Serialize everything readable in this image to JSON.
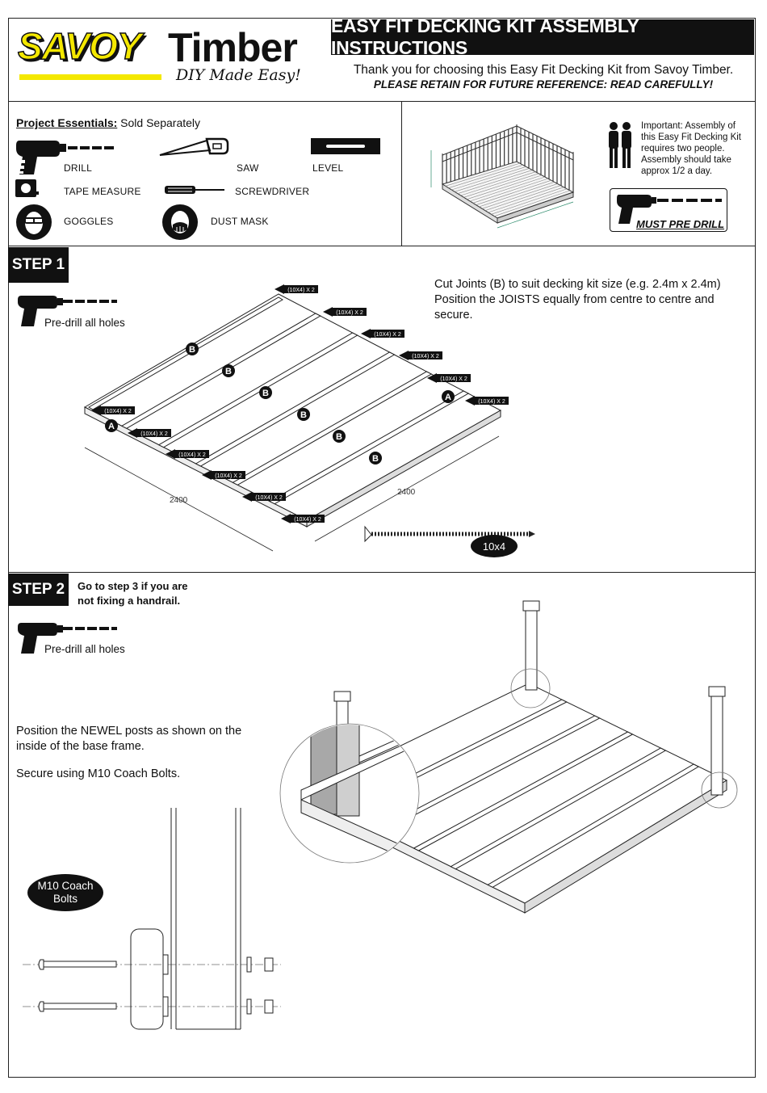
{
  "header": {
    "brand_savoy": "SAVOY",
    "brand_timber": "Timber",
    "tagline": "DIY Made Easy!",
    "title": "EASY FIT DECKING KIT ASSEMBLY INSTRUCTIONS",
    "thanks": "Thank you for choosing this Easy Fit Decking Kit from Savoy Timber.",
    "retain": "PLEASE RETAIN FOR FUTURE REFERENCE: READ CAREFULLY!"
  },
  "essentials": {
    "title": "Project Essentials:",
    "subtitle": " Sold Separately",
    "tools": {
      "drill": "DRILL",
      "saw": "SAW",
      "level": "LEVEL",
      "tape_measure": "TAPE MEASURE",
      "screwdriver": "SCREWDRIVER",
      "goggles": "GOGGLES",
      "dust_mask": "DUST MASK"
    }
  },
  "overview": {
    "important_lines": [
      "Important: Assembly of",
      "this Easy Fit Decking Kit",
      "requires two people.",
      "Assembly should take",
      "approx 1/2 a day."
    ],
    "must_pre_drill": "MUST PRE DRILL"
  },
  "step1": {
    "label": "STEP 1",
    "pre_drill": "Pre-drill all holes",
    "instructions": [
      "Cut Joints (B) to suit decking kit size (e.g. 2.4m x 2.4m)",
      "Position the JOISTS equally from centre to centre and",
      "secure."
    ],
    "screw_tag": "(10X4) X 2",
    "part_a": "A",
    "part_b": "B",
    "dim_left": "2400",
    "dim_right": "2400",
    "screw_label": "10x4"
  },
  "step2": {
    "label": "STEP 2",
    "note_lines": [
      "Go to step 3 if you are",
      "not fixing a handrail."
    ],
    "pre_drill": "Pre-drill all holes",
    "position_lines": [
      "Position the NEWEL posts as shown on the",
      "inside of the base frame."
    ],
    "secure": "Secure using M10 Coach Bolts.",
    "bolts_label_lines": [
      "M10 Coach",
      "Bolts"
    ]
  },
  "icons": {
    "drill": "drill-icon",
    "saw": "saw-icon",
    "level": "level-icon",
    "tape": "tape-measure-icon",
    "screwdriver": "screwdriver-icon",
    "goggles": "goggles-icon",
    "mask": "dust-mask-icon",
    "people": "two-people-icon"
  }
}
